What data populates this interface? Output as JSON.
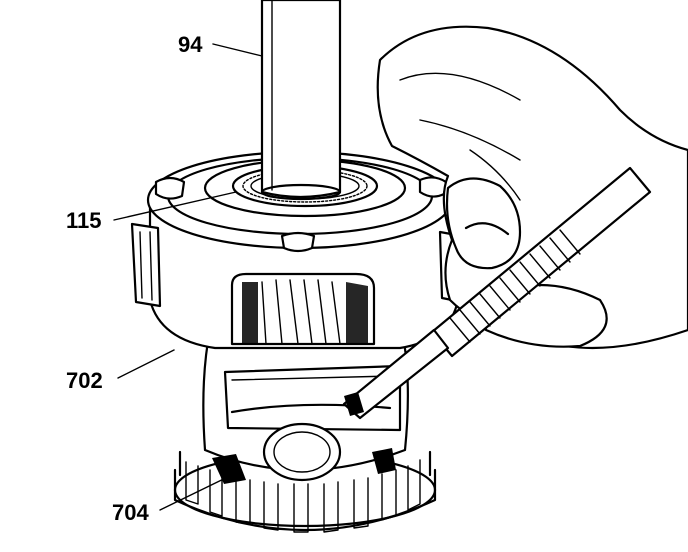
{
  "illustration": {
    "callouts": [
      {
        "id": "94",
        "label": "94"
      },
      {
        "id": "115",
        "label": "115"
      },
      {
        "id": "702",
        "label": "702"
      },
      {
        "id": "704",
        "label": "704"
      }
    ]
  }
}
